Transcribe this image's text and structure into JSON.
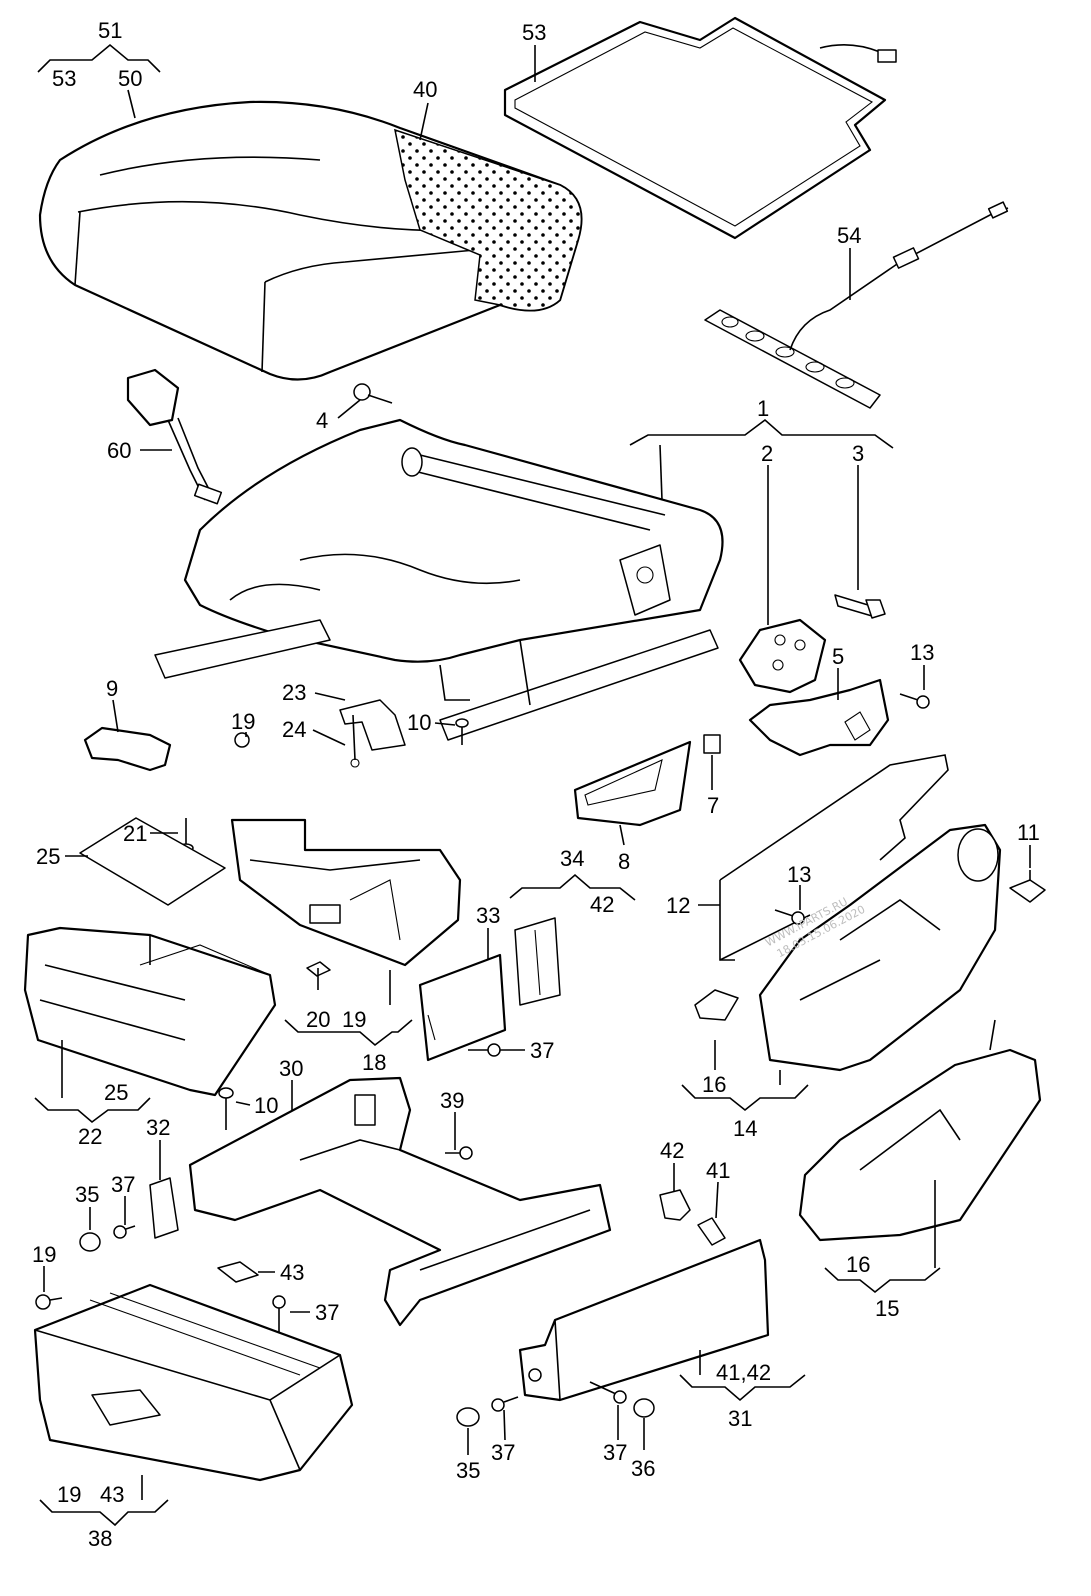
{
  "labels": {
    "l51": "51",
    "l53a": "53",
    "l50": "50",
    "l53b": "53",
    "l40": "40",
    "l54": "54",
    "l4": "4",
    "l60": "60",
    "l1": "1",
    "l2": "2",
    "l3": "3",
    "l5": "5",
    "l13a": "13",
    "l9": "9",
    "l23": "23",
    "l24": "24",
    "l19a": "19",
    "l10a": "10",
    "l7": "7",
    "l21": "21",
    "l25a": "25",
    "l8": "8",
    "l34": "34",
    "l42a": "42",
    "l33": "33",
    "l11": "11",
    "l12": "12",
    "l13b": "13",
    "l20": "20",
    "l19b": "19",
    "l18": "18",
    "l37a": "37",
    "l16a": "16",
    "l14": "14",
    "l25b": "25",
    "l22": "22",
    "l30": "30",
    "l10b": "10",
    "l39": "39",
    "l32": "32",
    "l35a": "35",
    "l37b": "37",
    "l42b": "42",
    "l41": "41",
    "l16b": "16",
    "l15": "15",
    "l19c": "19",
    "l43a": "43",
    "l37c": "37",
    "l4142": "41,42",
    "l31": "31",
    "l35b": "35",
    "l37d": "37",
    "l37e": "37",
    "l36": "36",
    "l19d": "19",
    "l43b": "43",
    "l38": "38"
  },
  "watermark": [
    "WWW.IPARTS.RU",
    "18.03.15.06.2020"
  ]
}
